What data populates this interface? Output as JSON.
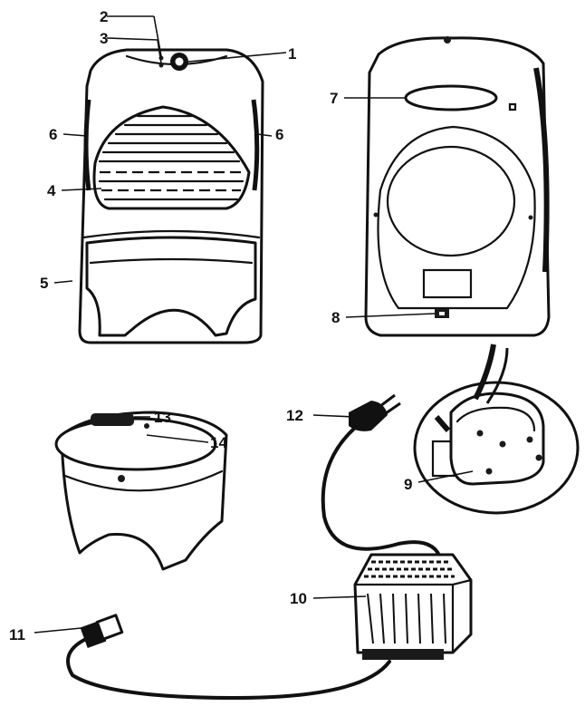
{
  "labels": {
    "l1": "1",
    "l2": "2",
    "l3": "3",
    "l4": "4",
    "l5": "5",
    "l6a": "6",
    "l6b": "6",
    "l7": "7",
    "l8": "8",
    "l9": "9",
    "l10": "10",
    "l11": "11",
    "l12": "12",
    "l13": "13",
    "l14": "14"
  }
}
